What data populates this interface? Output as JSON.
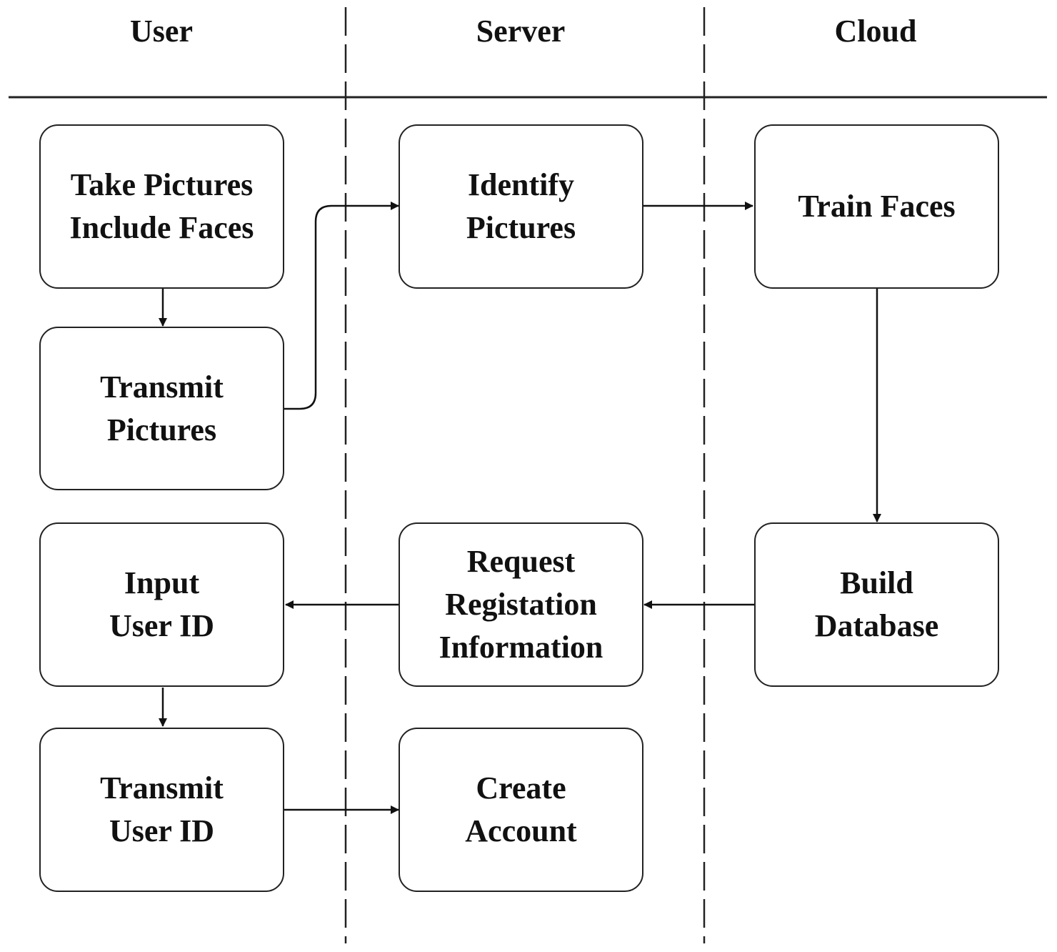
{
  "lanes": {
    "user": "User",
    "server": "Server",
    "cloud": "Cloud"
  },
  "steps": {
    "take_pictures": [
      "Take Pictures",
      "Include Faces"
    ],
    "transmit_pictures": [
      "Transmit",
      "Pictures"
    ],
    "input_user_id": [
      "Input",
      "User ID"
    ],
    "transmit_user_id": [
      "Transmit",
      "User ID"
    ],
    "identify_pictures": [
      "Identify",
      "Pictures"
    ],
    "request_registration": [
      "Request",
      "Registation",
      "Information"
    ],
    "create_account": [
      "Create",
      "Account"
    ],
    "train_faces": [
      "Train Faces"
    ],
    "build_database": [
      "Build",
      "Database"
    ]
  },
  "colors": {
    "stroke": "#222222",
    "text": "#111111",
    "background": "#ffffff"
  }
}
